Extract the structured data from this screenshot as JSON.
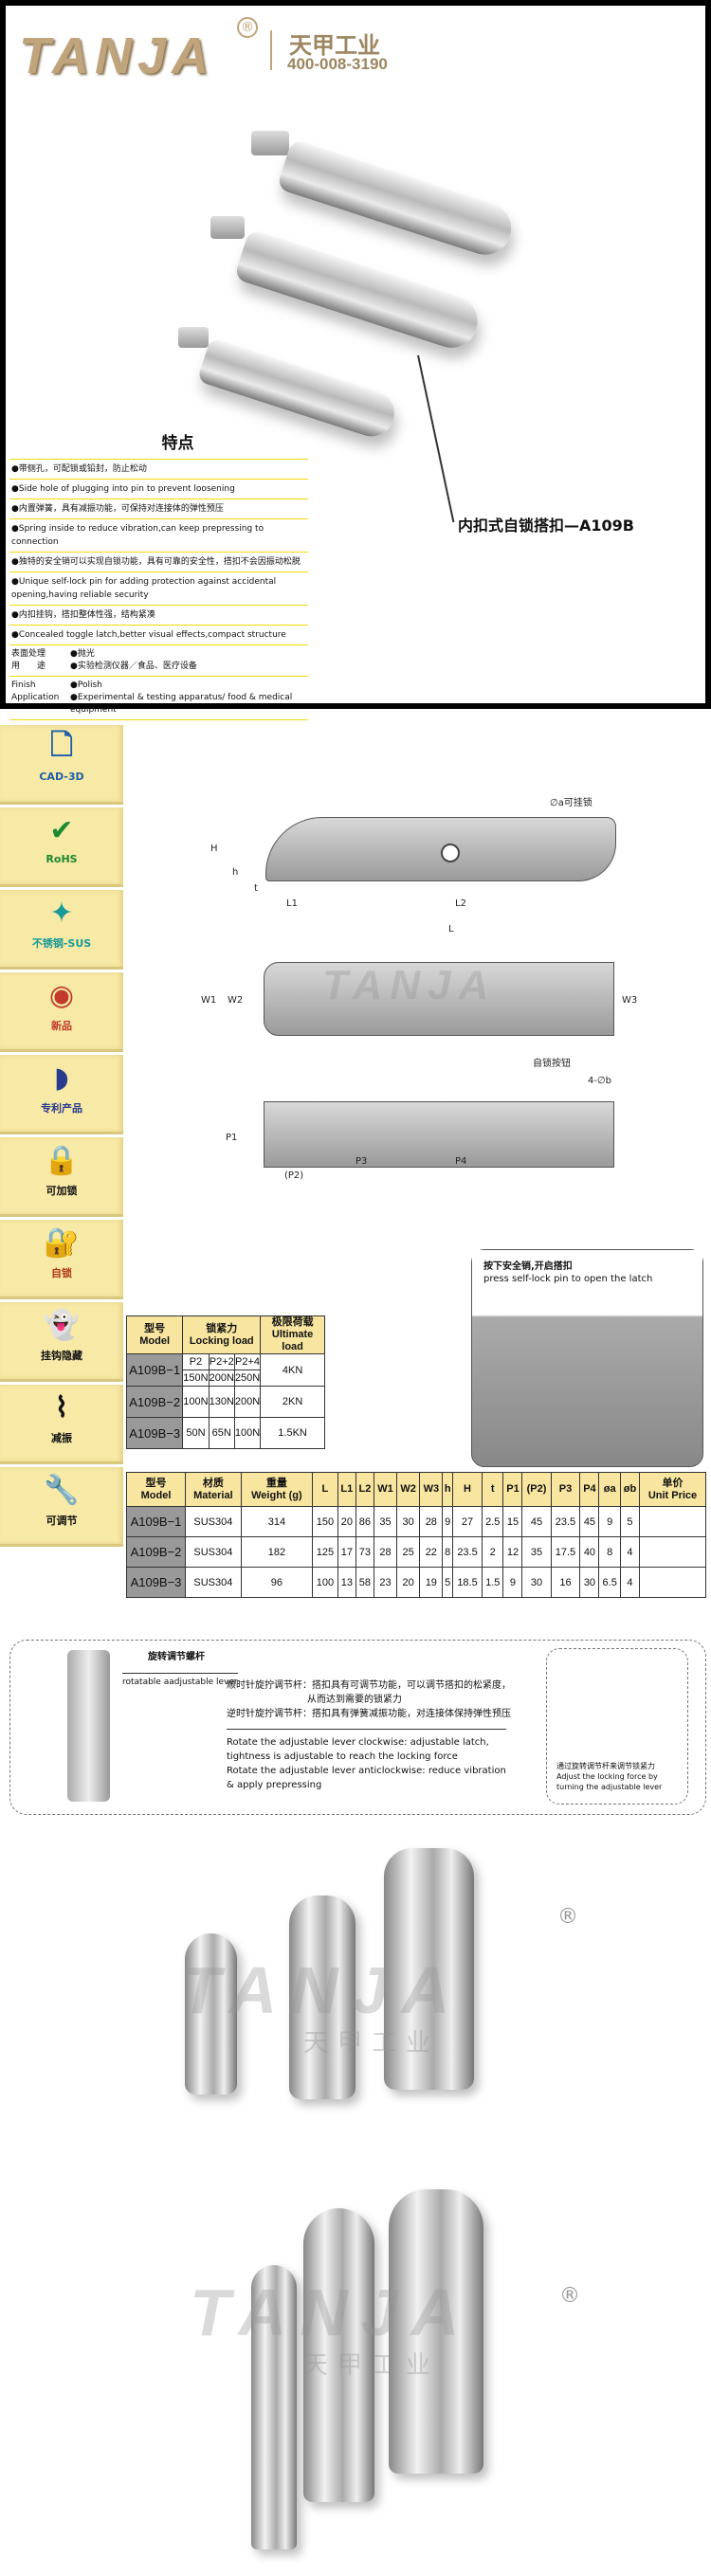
{
  "header": {
    "brand": "TANJA",
    "brand_cn": "天甲工业",
    "phone": "400-008-3190",
    "registered": "®"
  },
  "product_title": "内扣式自锁搭扣—A109B",
  "features": {
    "heading": "特点",
    "items": [
      "●带侧孔，可配锁或铅封，防止松动",
      "●Side hole of plugging into pin to prevent loosening",
      "●内置弹簧，具有减振功能，可保持对连接体的弹性预压",
      "●Spring inside to reduce vibration,can keep prepressing to connection",
      "●独特的安全销可以实现自锁功能，具有可靠的安全性，搭扣不会因振动松脱",
      "●Unique self-lock pin for adding protection against accidental opening,having reliable security",
      "●内扣挂钩，搭扣整体性强，结构紧凑",
      "●Concealed toggle latch,better visual effects,compact structure"
    ],
    "finish_cn_label": "表面处理",
    "finish_cn": "●抛光",
    "app_cn_label": "用　　途",
    "app_cn": "●实验检测仪器／食品、医疗设备",
    "finish_label": "Finish",
    "finish": "●Polish",
    "app_label": "Application",
    "app": "●Experimental & testing apparatus/ food &  medical equipment"
  },
  "sidebar": [
    {
      "label": "CAD-3D",
      "color": "#1f5fa8",
      "icon": "file-icon"
    },
    {
      "label": "RoHS",
      "color": "#1b8a2e",
      "icon": "check-icon"
    },
    {
      "label": "不锈钢-SUS",
      "color": "#1a9a98",
      "icon": "sparkle-icon"
    },
    {
      "label": "新品",
      "color": "#c0392b",
      "icon": "new-tag-icon"
    },
    {
      "label": "专利产品",
      "color": "#2a3b8f",
      "icon": "patent-icon"
    },
    {
      "label": "可加锁",
      "color": "#111",
      "icon": "padlock-icon"
    },
    {
      "label": "自锁",
      "color": "#b03a1a",
      "icon": "self-lock-icon"
    },
    {
      "label": "挂钩隐藏",
      "color": "#111",
      "icon": "ghost-icon"
    },
    {
      "label": "减振",
      "color": "#111",
      "icon": "spring-icon"
    },
    {
      "label": "可调节",
      "color": "#111",
      "icon": "wrench-icon"
    }
  ],
  "drawing": {
    "labels": {
      "a": "∅a可挂锁",
      "H": "H",
      "h": "h",
      "t": "t",
      "L1": "L1",
      "L2": "L2",
      "L": "L",
      "W1": "W1",
      "W2": "W2",
      "W3": "W3",
      "button": "自锁按钮",
      "b": "4-∅b",
      "P1": "P1",
      "P2": "(P2)",
      "P3": "P3",
      "P4": "P4"
    }
  },
  "selflock": {
    "cn": "按下安全销,开启搭扣",
    "en": "press self-lock pin to open the latch"
  },
  "load_table": {
    "h_model_cn": "型号",
    "h_model": "Model",
    "h_lock_cn": "锁紧力",
    "h_lock": "Locking load",
    "h_ult_cn": "极限荷载",
    "h_ult": "Ultimate load",
    "sub": [
      "P2",
      "P2+2",
      "P2+4"
    ],
    "rows": [
      {
        "model": "A109B−1",
        "loads": [
          "150N",
          "200N",
          "250N"
        ],
        "ult": "4KN"
      },
      {
        "model": "A109B−2",
        "loads": [
          "100N",
          "130N",
          "200N"
        ],
        "ult": "2KN"
      },
      {
        "model": "A109B−3",
        "loads": [
          "50N",
          "65N",
          "100N"
        ],
        "ult": "1.5KN"
      }
    ]
  },
  "spec_table": {
    "headers": [
      [
        "型号",
        "Model"
      ],
      [
        "材质",
        "Material"
      ],
      [
        "重量",
        "Weight (g)"
      ],
      [
        "L"
      ],
      [
        "L1"
      ],
      [
        "L2"
      ],
      [
        "W1"
      ],
      [
        "W2"
      ],
      [
        "W3"
      ],
      [
        "h"
      ],
      [
        "H"
      ],
      [
        "t"
      ],
      [
        "P1"
      ],
      [
        "(P2)"
      ],
      [
        "P3"
      ],
      [
        "P4"
      ],
      [
        "øa"
      ],
      [
        "øb"
      ],
      [
        "单价",
        "Unit Price"
      ]
    ],
    "rows": [
      [
        "A109B−1",
        "SUS304",
        "314",
        "150",
        "20",
        "86",
        "35",
        "30",
        "28",
        "9",
        "27",
        "2.5",
        "15",
        "45",
        "23.5",
        "45",
        "9",
        "5",
        ""
      ],
      [
        "A109B−2",
        "SUS304",
        "182",
        "125",
        "17",
        "73",
        "28",
        "25",
        "22",
        "8",
        "23.5",
        "2",
        "12",
        "35",
        "17.5",
        "40",
        "8",
        "4",
        ""
      ],
      [
        "A109B−3",
        "SUS304",
        "96",
        "100",
        "13",
        "58",
        "23",
        "20",
        "19",
        "5",
        "18.5",
        "1.5",
        "9",
        "30",
        "16",
        "30",
        "6.5",
        "4",
        ""
      ]
    ]
  },
  "adjust": {
    "label_cn": "旋转调节螺杆",
    "label_en": "rotatable aadjustable lever",
    "cn1": "顺时针旋拧调节杆：搭扣具有可调节功能，可以调节搭扣的松紧度，",
    "cn1b": "从而达到需要的锁紧力",
    "cn2": "逆时针旋拧调节杆：搭扣具有弹簧减振功能，对连接体保持弹性预压",
    "en1": "Rotate the adjustable lever clockwise: adjustable latch, tightness is adjustable to reach the locking force",
    "en2": "Rotate the adjustable lever anticlockwise: reduce vibration & apply prepressing",
    "right_cn": "通过旋转调节杆来调节锁紧力",
    "right_en": "Adjust the locking force by turning the adjustable lever"
  },
  "watermark": {
    "brand": "TANJA",
    "cn": "天甲工业",
    "reg": "®"
  }
}
